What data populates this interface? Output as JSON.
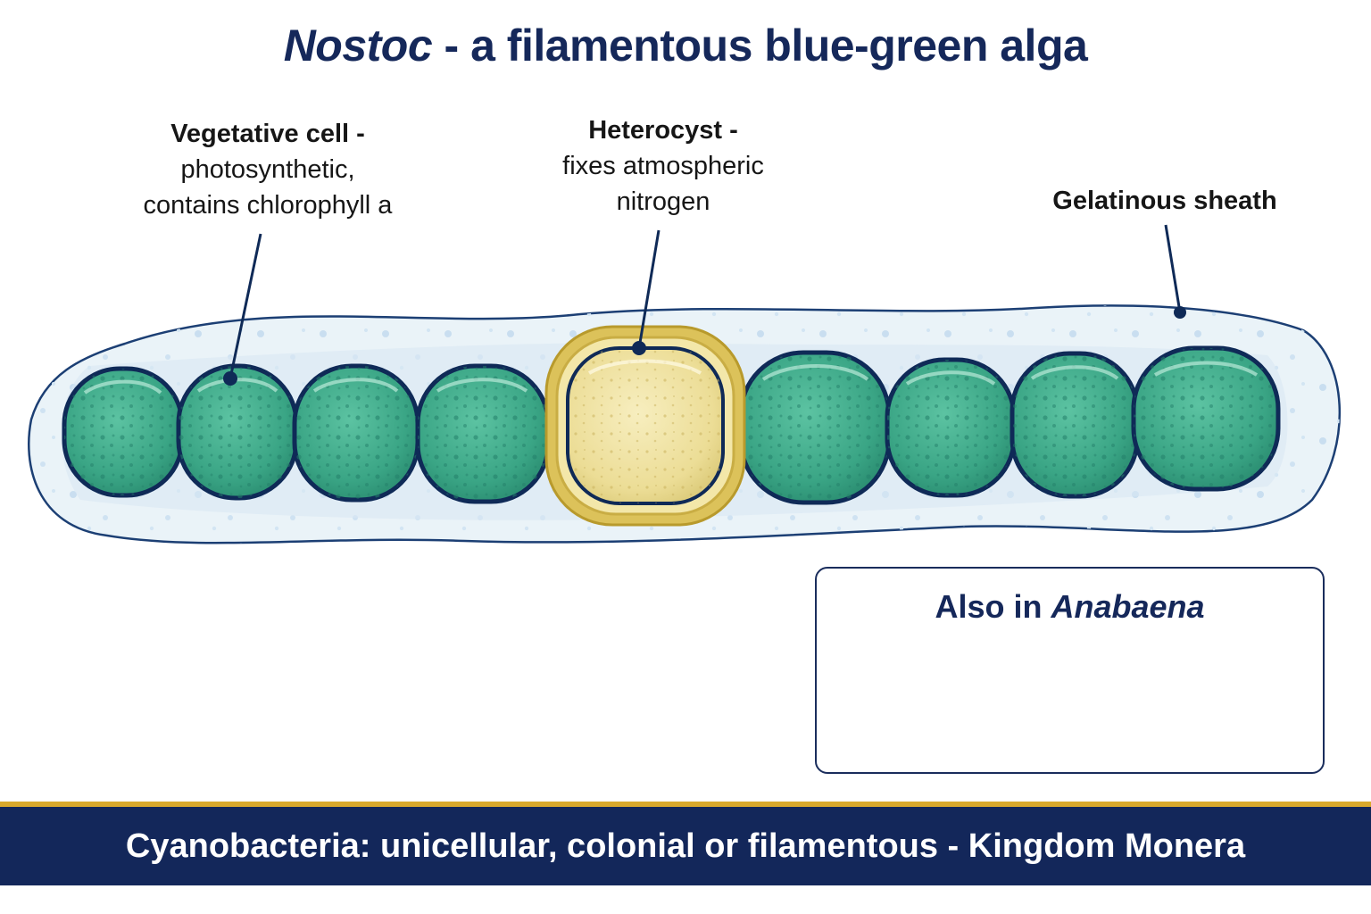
{
  "title": {
    "italic": "Nostoc",
    "rest": " - a filamentous blue-green alga"
  },
  "labels": {
    "vegetative": {
      "bold": "Vegetative cell -",
      "line1": "photosynthetic,",
      "line2": "contains chlorophyll a"
    },
    "heterocyst": {
      "bold": "Heterocyst -",
      "line1": "fixes atmospheric",
      "line2": "nitrogen"
    },
    "sheath": "Gelatinous sheath"
  },
  "inset": {
    "prefix": "Also in ",
    "italic": "Anabaena"
  },
  "footer": "Cyanobacteria: unicellular, colonial or filamentous - Kingdom Monera",
  "colors": {
    "title": "#15285a",
    "cell_fill": "#3ea98a",
    "cell_outline": "#0f2a57",
    "heterocyst_fill": "#efe3a0",
    "heterocyst_ring": "#d9b93f",
    "sheath_fill": "#eaf3f8",
    "footer_bg": "#13275a",
    "footer_accent": "#d9a92c"
  }
}
